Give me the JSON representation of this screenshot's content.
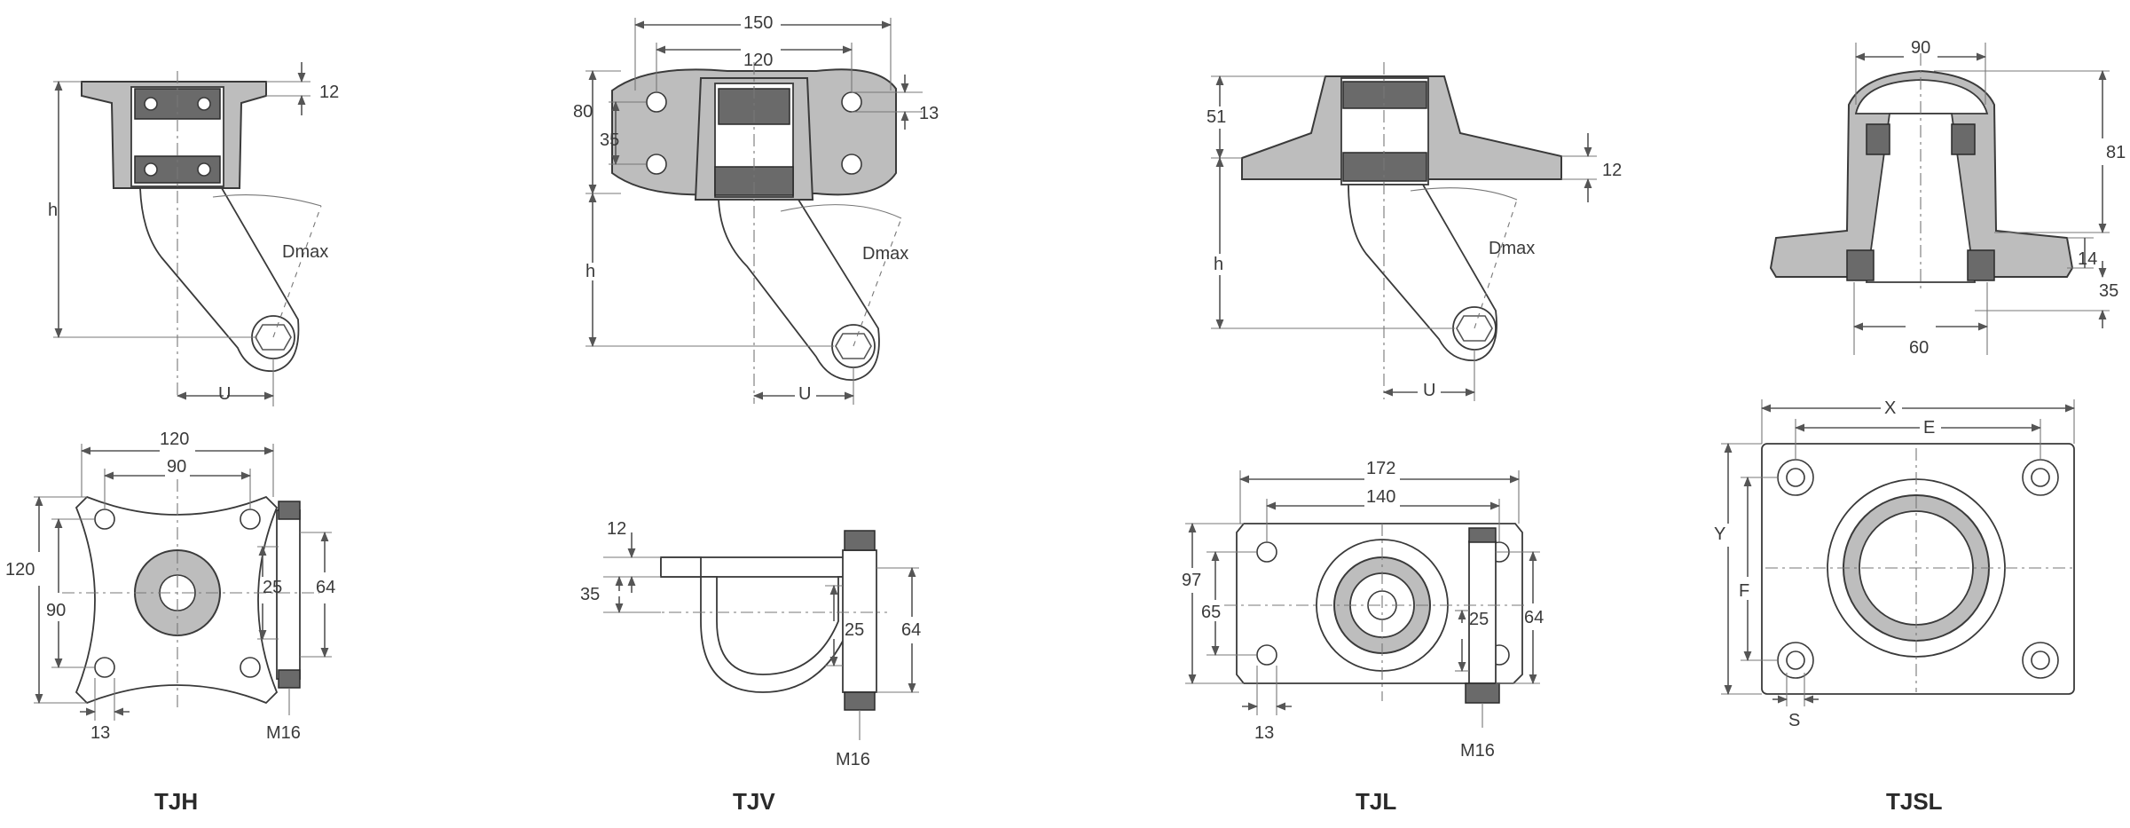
{
  "drawings": {
    "tjh": {
      "title": "TJH",
      "side": {
        "top": "12",
        "height": "h",
        "angle": "Dmax",
        "offset": "U"
      },
      "plan": {
        "width_outer": "120",
        "width_inner": "90",
        "height_outer": "120",
        "height_inner": "90",
        "hole": "13",
        "bolt": "M16",
        "wheel_gap": "25",
        "wheel_width": "64"
      }
    },
    "tjv": {
      "title": "TJV",
      "side": {
        "width_outer": "150",
        "width_inner": "120",
        "height_outer": "80",
        "height_inner": "35",
        "hole": "13",
        "height": "h",
        "angle": "Dmax",
        "offset": "U"
      },
      "plan": {
        "thickness": "12",
        "offset": "35",
        "wheel_gap": "25",
        "wheel_width": "64",
        "bolt": "M16"
      }
    },
    "tjl": {
      "title": "TJL",
      "side": {
        "top": "51",
        "plate": "12",
        "height": "h",
        "angle": "Dmax",
        "offset": "U"
      },
      "plan": {
        "width_outer": "172",
        "width_inner": "140",
        "height_outer": "97",
        "height_inner": "65",
        "hole": "13",
        "wheel_gap": "25",
        "wheel_width": "64",
        "bolt": "M16"
      }
    },
    "tjsl": {
      "title": "TJSL",
      "side": {
        "top_width": "90",
        "height": "81",
        "flange": "14",
        "base": "35",
        "bottom_width": "60"
      },
      "plan": {
        "x": "X",
        "e": "E",
        "y": "Y",
        "f": "F",
        "s": "S"
      }
    }
  }
}
